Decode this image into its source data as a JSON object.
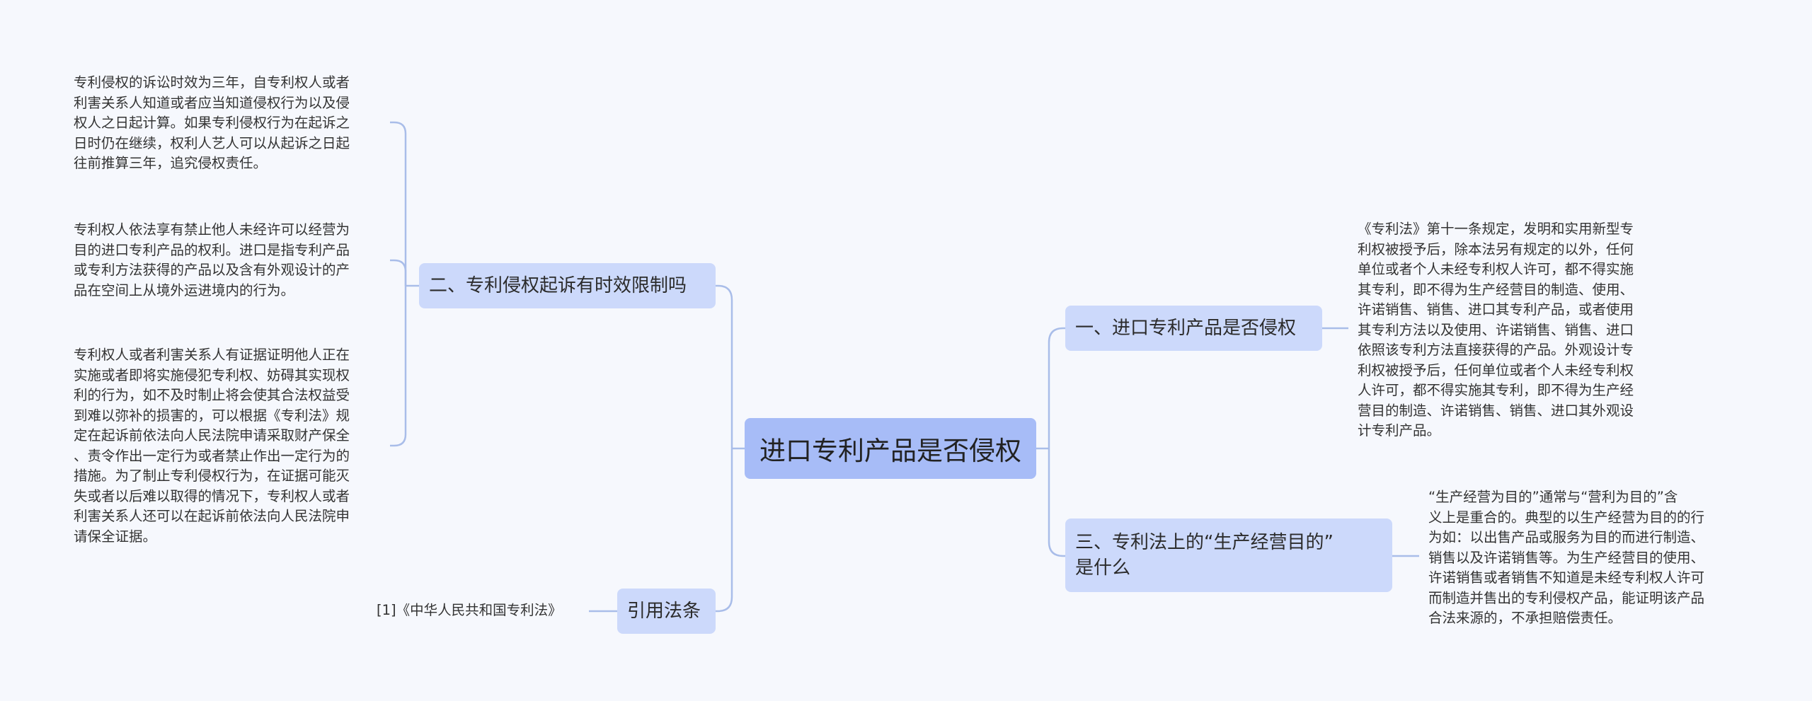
{
  "root": {
    "title": "进口专利产品是否侵权"
  },
  "right_branches": [
    {
      "label": "一、进口专利产品是否侵权",
      "detail": "《专利法》第十一条规定，发明和实用新型专\n利权被授予后，除本法另有规定的以外，任何\n单位或者个人未经专利权人许可，都不得实施\n其专利，即不得为生产经营目的制造、使用、\n许诺销售、销售、进口其专利产品，或者使用\n其专利方法以及使用、许诺销售、销售、进口\n依照该专利方法直接获得的产品。外观设计专\n利权被授予后，任何单位或者个人未经专利权\n人许可，都不得实施其专利，即不得为生产经\n营目的制造、许诺销售、销售、进口其外观设\n计专利产品。"
    },
    {
      "label": "三、专利法上的“生产经营目的”\n是什么",
      "detail": "“生产经营为目的”通常与“营利为目的”含\n义上是重合的。典型的以生产经营为目的的行\n为如：以出售产品或服务为目的而进行制造、\n销售以及许诺销售等。为生产经营目的使用、\n许诺销售或者销售不知道是未经专利权人许可\n而制造并售出的专利侵权产品，能证明该产品\n合法来源的，不承担赔偿责任。"
    }
  ],
  "left_branches": [
    {
      "label": "二、专利侵权起诉有时效限制吗",
      "details": [
        "专利侵权的诉讼时效为三年，自专利权人或者\n利害关系人知道或者应当知道侵权行为以及侵\n权人之日起计算。如果专利侵权行为在起诉之\n日时仍在继续，权利人艺人可以从起诉之日起\n往前推算三年，追究侵权责任。",
        "专利权人依法享有禁止他人未经许可以经营为\n目的进口专利产品的权利。进口是指专利产品\n或专利方法获得的产品以及含有外观设计的产\n品在空间上从境外运进境内的行为。",
        "专利权人或者利害关系人有证据证明他人正在\n实施或者即将实施侵犯专利权、妨碍其实现权\n利的行为，如不及时制止将会使其合法权益受\n到难以弥补的损害的，可以根据《专利法》规\n定在起诉前依法向人民法院申请采取财产保全\n、责令作出一定行为或者禁止作出一定行为的\n措施。为了制止专利侵权行为，在证据可能灭\n失或者以后难以取得的情况下，专利权人或者\n利害关系人还可以在起诉前依法向人民法院申\n请保全证据。"
      ]
    },
    {
      "label": "引用法条",
      "details": [
        "[1]《中华人民共和国专利法》"
      ]
    }
  ],
  "colors": {
    "root": "#a7bcf7",
    "branch": "#ccd9fb",
    "line": "#a9bde9",
    "background": "#f6f8fd"
  }
}
